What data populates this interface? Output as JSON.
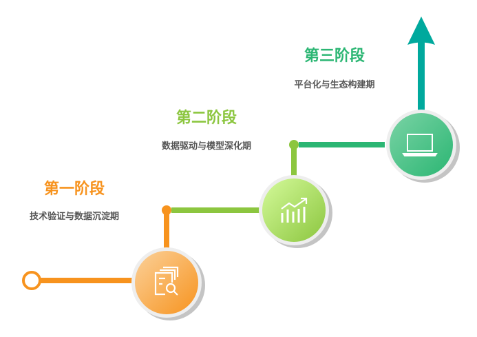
{
  "stages": [
    {
      "title": "第一阶段",
      "subtitle": "技术验证与数据沉淀期",
      "color": "#f7931e",
      "icon": "document-search-icon"
    },
    {
      "title": "第二阶段",
      "subtitle": "数据驱动与模型深化期",
      "color": "#8cc63f",
      "icon": "growth-chart-icon"
    },
    {
      "title": "第三阶段",
      "subtitle": "平台化与生态构建期",
      "color": "#2bb673",
      "icon": "laptop-icon"
    }
  ],
  "colors": {
    "arrow": "#00a99d"
  }
}
